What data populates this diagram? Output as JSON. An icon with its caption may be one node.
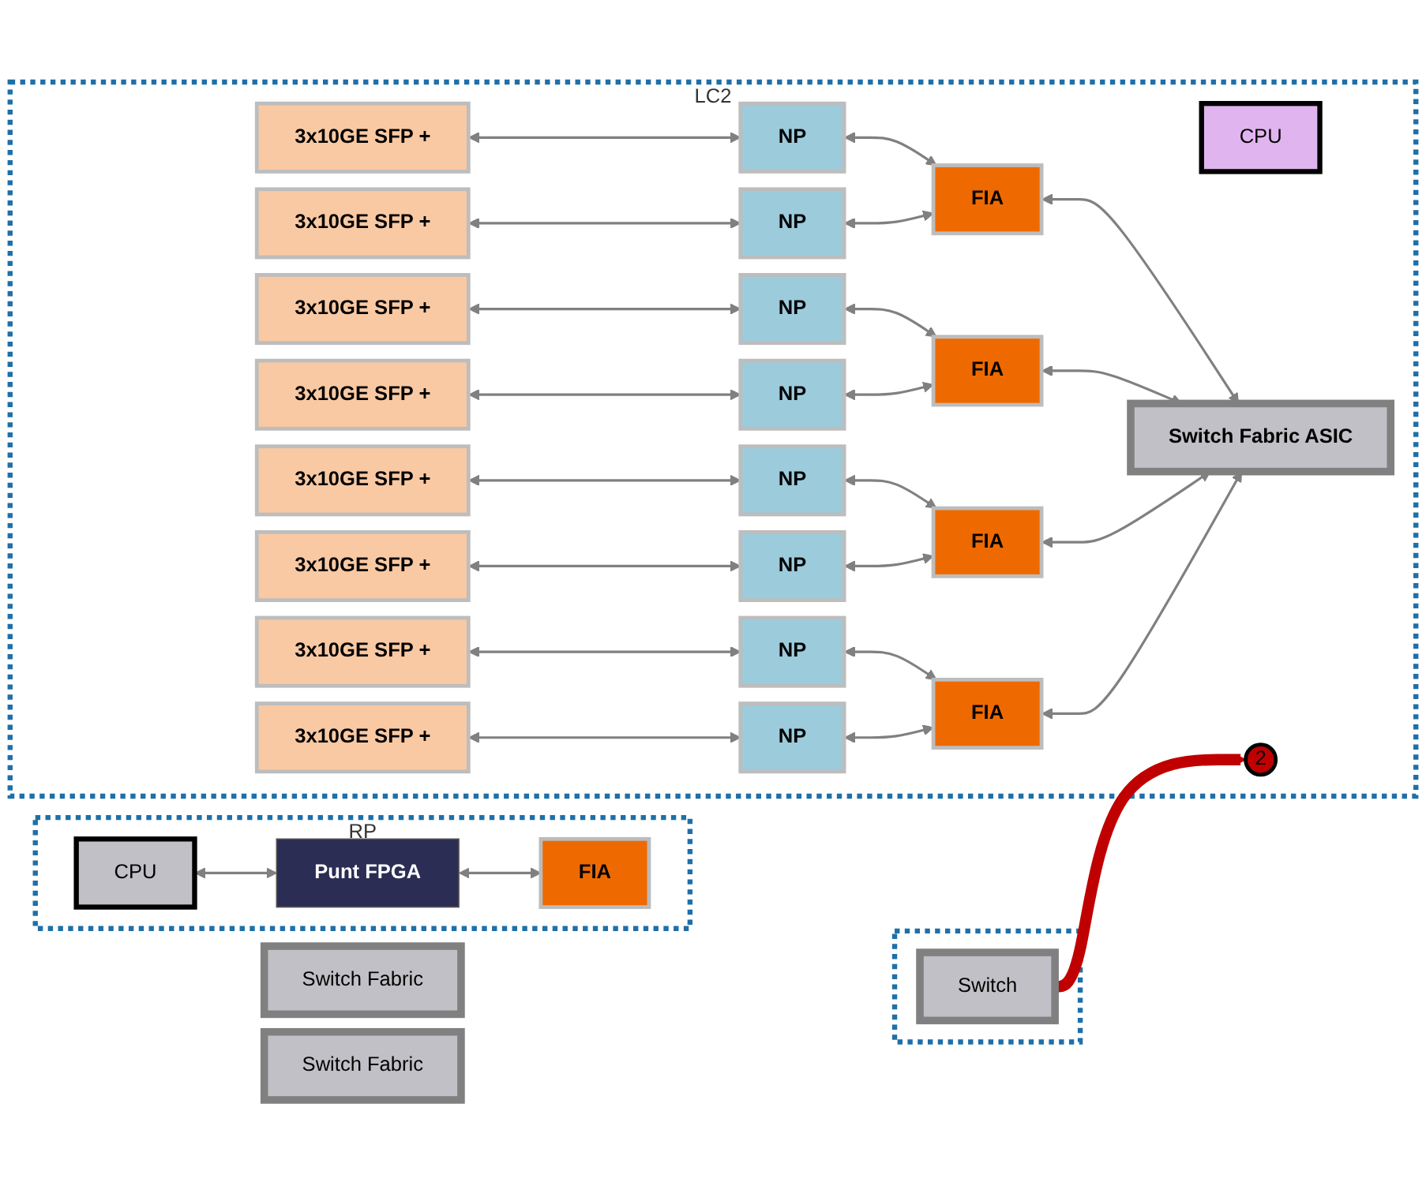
{
  "diagram": {
    "nodes": [
      {
        "text": [
          "RP"
        ]
      },
      {
        "text": [
          "CPU"
        ],
        "in": 0
      },
      {
        "text": [
          "Punt FPGA"
        ],
        "in": 0
      },
      {
        "text": [
          "FIA"
        ],
        "in": 0
      },
      {
        "text": [
          "Switch Fabric"
        ]
      },
      {
        "text": [
          "Switch Fabric"
        ]
      },
      {
        "text": [],
        "shape": "box"
      },
      {
        "text": [
          "Switch"
        ],
        "in": 6
      },
      {
        "text": [
          "LC2"
        ]
      },
      {
        "text": [
          "CPU"
        ],
        "in": 8
      },
      {
        "text": [
          "3x10GE SFP +"
        ],
        "in": 8
      },
      {
        "text": [
          "3x10GE SFP +"
        ],
        "in": 8
      },
      {
        "text": [
          "3x10GE SFP +"
        ],
        "in": 8
      },
      {
        "text": [
          "3x10GE SFP +"
        ],
        "in": 8
      },
      {
        "text": [
          "3x10GE SFP +"
        ],
        "in": 8
      },
      {
        "text": [
          "3x10GE SFP +"
        ],
        "in": 8
      },
      {
        "text": [
          "3x10GE SFP +"
        ],
        "in": 8
      },
      {
        "text": [
          "3x10GE SFP +"
        ],
        "in": 8
      },
      {
        "text": [
          "NP"
        ],
        "in": 8
      },
      {
        "text": [
          "NP"
        ],
        "in": 8
      },
      {
        "text": [
          "NP"
        ],
        "in": 8
      },
      {
        "text": [
          "NP"
        ],
        "in": 8
      },
      {
        "text": [
          "NP"
        ],
        "in": 8
      },
      {
        "text": [
          "NP"
        ],
        "in": 8
      },
      {
        "text": [
          "NP"
        ],
        "in": 8
      },
      {
        "text": [
          "NP"
        ],
        "in": 8
      },
      {
        "text": [
          "FIA"
        ],
        "in": 8
      },
      {
        "text": [
          "FIA"
        ],
        "in": 8
      },
      {
        "text": [
          "FIA"
        ],
        "in": 8
      },
      {
        "text": [
          "FIA"
        ],
        "in": 8
      },
      {
        "text": [
          "Switch Fabric ASIC"
        ],
        "in": 8
      },
      {
        "text": [
          "2"
        ],
        "in": 8
      }
    ],
    "edges": [
      {
        "from": 1,
        "to": 2,
        "arrow": "both"
      },
      {
        "from": 2,
        "to": 3,
        "arrow": "both"
      },
      {
        "from": 10,
        "to": 18,
        "arrow": "both"
      },
      {
        "from": 11,
        "to": 19,
        "arrow": "both"
      },
      {
        "from": 12,
        "to": 20,
        "arrow": "both"
      },
      {
        "from": 13,
        "to": 21,
        "arrow": "both"
      },
      {
        "from": 14,
        "to": 22,
        "arrow": "both"
      },
      {
        "from": 15,
        "to": 23,
        "arrow": "both"
      },
      {
        "from": 16,
        "to": 24,
        "arrow": "both"
      },
      {
        "from": 17,
        "to": 25,
        "arrow": "both"
      },
      {
        "from": 18,
        "to": 26,
        "arrow": "both"
      },
      {
        "from": 19,
        "to": 26,
        "arrow": "both"
      },
      {
        "from": 20,
        "to": 27,
        "arrow": "both"
      },
      {
        "from": 21,
        "to": 27,
        "arrow": "both"
      },
      {
        "from": 22,
        "to": 28,
        "arrow": "both"
      },
      {
        "from": 23,
        "to": 28,
        "arrow": "both"
      },
      {
        "from": 24,
        "to": 29,
        "arrow": "both"
      },
      {
        "from": 25,
        "to": 29,
        "arrow": "both"
      },
      {
        "from": 26,
        "to": 30,
        "arrow": "both"
      },
      {
        "from": 27,
        "to": 30,
        "arrow": "both"
      },
      {
        "from": 28,
        "to": 30,
        "arrow": "both"
      },
      {
        "from": 29,
        "to": 30,
        "arrow": "both"
      },
      {
        "from": 7,
        "to": 31,
        "arrow": "to",
        "style": "thick",
        "color": "#c00000"
      }
    ]
  }
}
